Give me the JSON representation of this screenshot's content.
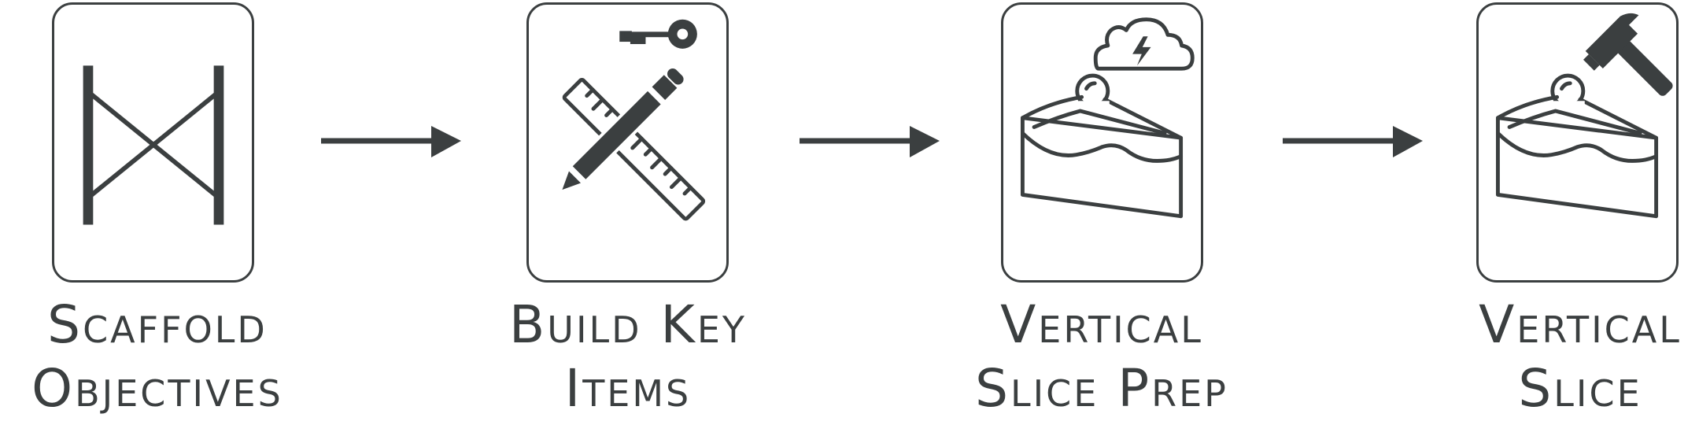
{
  "steps": [
    {
      "id": "scaffold",
      "line1": "Scaffold",
      "line2": "Objectives",
      "icon": "bowtie-icon"
    },
    {
      "id": "build",
      "line1": "Build Key",
      "line2": "Items",
      "icon": "pencil-ruler-key-icon"
    },
    {
      "id": "prep",
      "line1": "Vertical",
      "line2": "Slice Prep",
      "icon": "cake-slice-storm-cloud-icon"
    },
    {
      "id": "slice",
      "line1": "Vertical",
      "line2": "Slice",
      "icon": "cake-slice-hammer-icon"
    }
  ],
  "colors": {
    "ink": "#3b3f40",
    "background": "#ffffff"
  }
}
